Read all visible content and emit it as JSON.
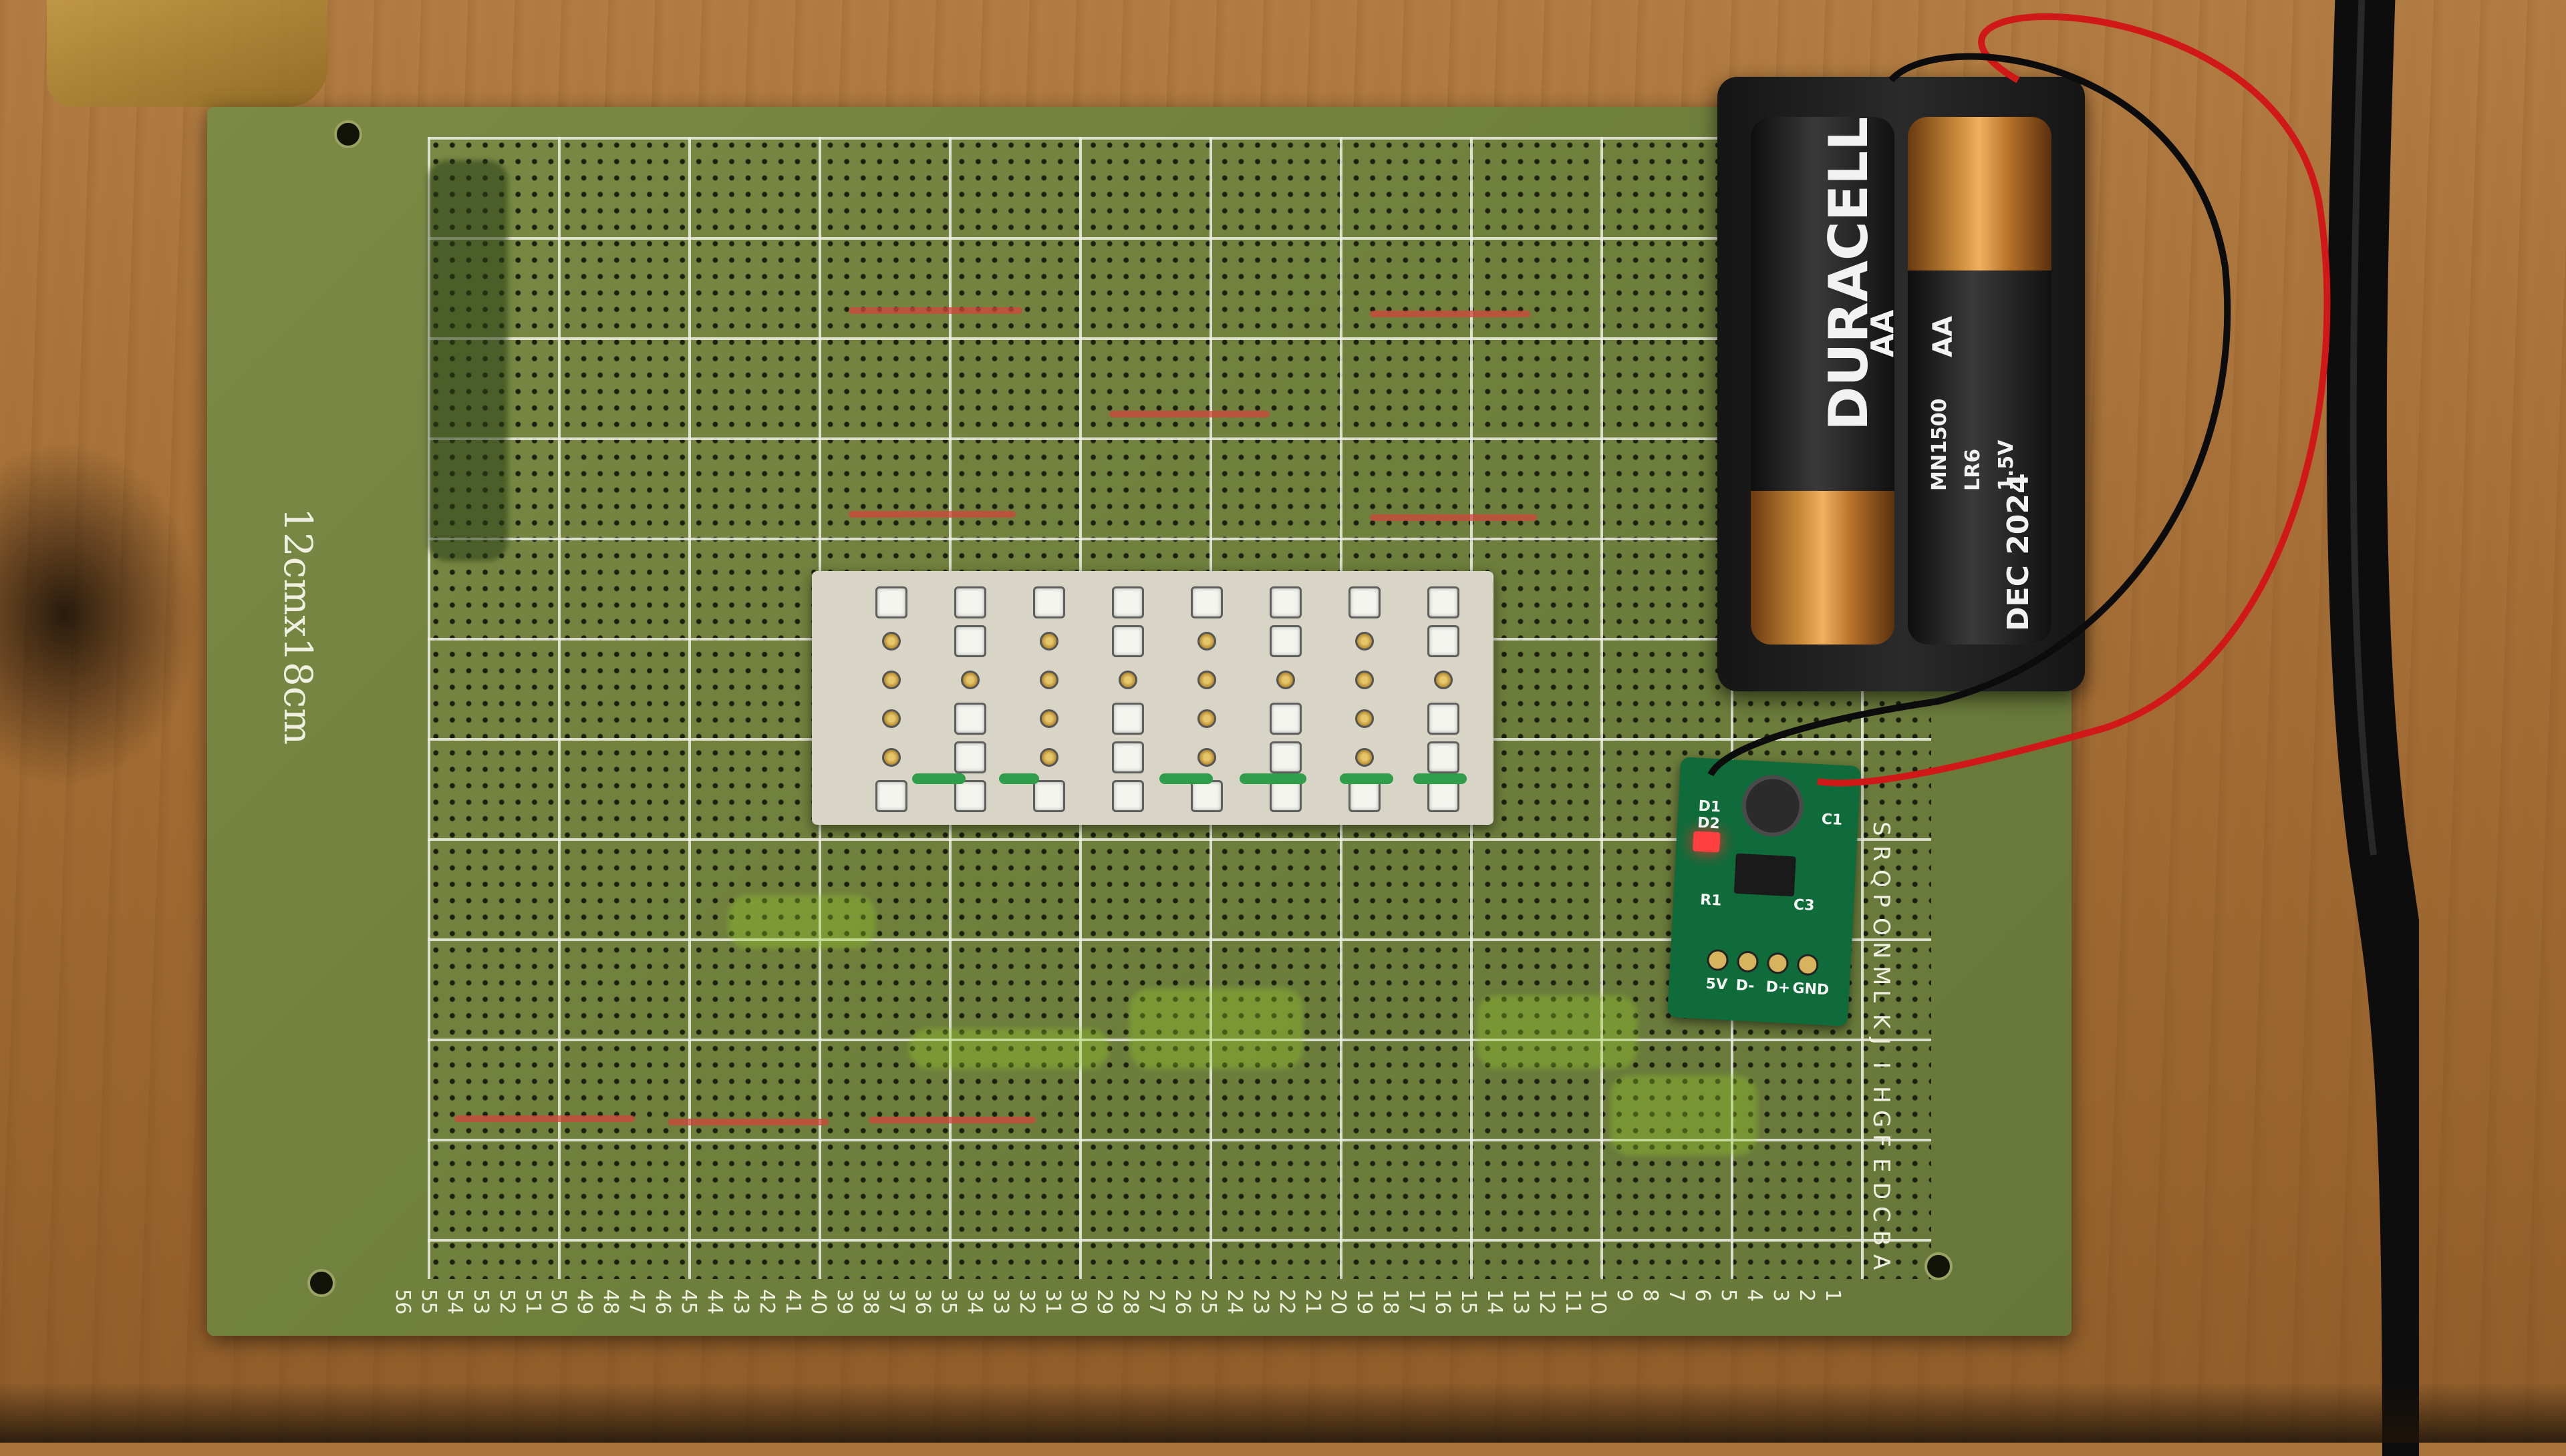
{
  "scene": {
    "board_label": "12cmx18cm",
    "column_numbers": [
      "56",
      "55",
      "54",
      "53",
      "52",
      "51",
      "50",
      "49",
      "48",
      "47",
      "46",
      "45",
      "44",
      "43",
      "42",
      "41",
      "40",
      "39",
      "38",
      "37",
      "36",
      "35",
      "34",
      "33",
      "32",
      "31",
      "30",
      "29",
      "28",
      "27",
      "26",
      "25",
      "24",
      "23",
      "22",
      "21",
      "20",
      "19",
      "18",
      "17",
      "16",
      "15",
      "14",
      "13",
      "12",
      "11",
      "10",
      "9",
      "8",
      "7",
      "6",
      "5",
      "4",
      "3",
      "2",
      "1"
    ],
    "row_letters": [
      "S",
      "R",
      "Q",
      "P",
      "O",
      "N",
      "M",
      "L",
      "K",
      "J",
      "I",
      "H",
      "G",
      "F",
      "E",
      "D",
      "C",
      "B",
      "A"
    ]
  },
  "battery_left": {
    "brand": "DURACELL",
    "size": "AA"
  },
  "battery_right": {
    "size": "AA",
    "model": "MN1500",
    "chem": "LR6",
    "volt": "1.5V",
    "date": "DEC 2024"
  },
  "boost_board": {
    "labels": {
      "d1": "D1",
      "d2": "D2",
      "c1": "C1",
      "c3": "C3",
      "r1": "R1",
      "v5": "5V",
      "dm": "D-",
      "dp": "D+",
      "gnd": "GND"
    }
  },
  "colors": {
    "board": "#6f7f3c",
    "grid_lines": "#f0f0e6",
    "led_module": "#d8d5c6",
    "wire_red": "#d01818",
    "wire_black": "#0c0c0c",
    "jumper_green": "#2f9d4a"
  },
  "icons": [
    "led-matrix-icon",
    "battery-icon",
    "boost-converter-icon"
  ]
}
